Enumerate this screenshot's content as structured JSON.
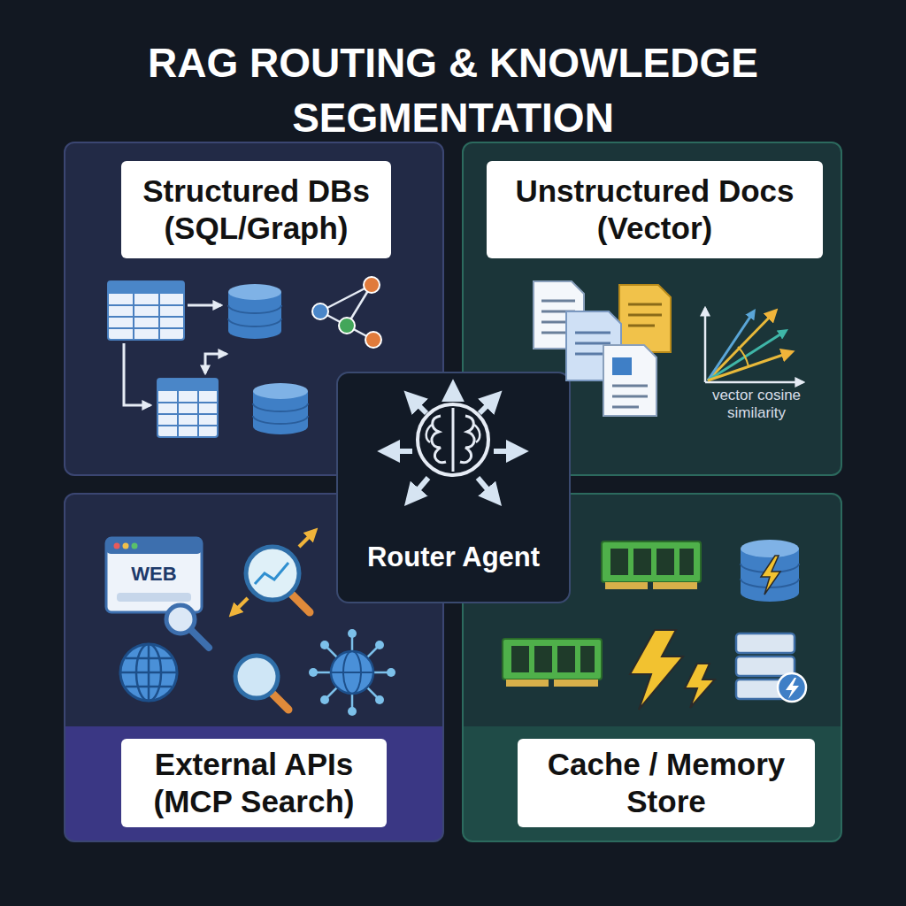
{
  "diagram": {
    "title": "RAG ROUTING & KNOWLEDGE SEGMENTATION",
    "nodes": [
      {
        "text": [
          "Structured DBs (SQL/Graph)"
        ]
      },
      {
        "text": [
          "Unstructured Docs (Vector)"
        ]
      },
      {
        "text": [
          "Router Agent"
        ]
      },
      {
        "text": [
          "External APIs (MCP Search)"
        ]
      },
      {
        "text": [
          "Cache / Memory Store"
        ]
      }
    ],
    "labels": [
      "vector cosine similarity",
      "WEB"
    ]
  }
}
